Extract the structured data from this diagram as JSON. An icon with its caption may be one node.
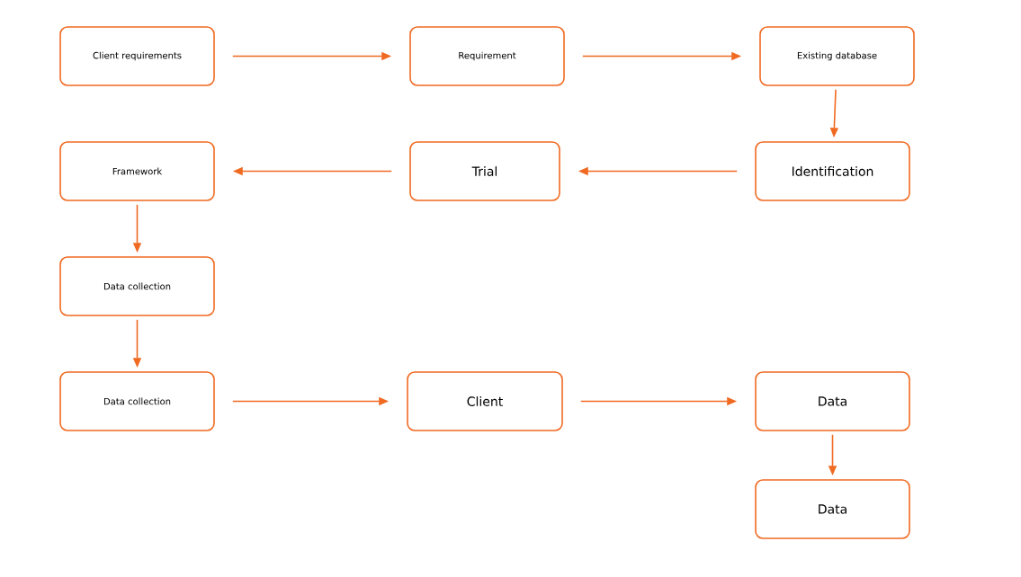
{
  "diagram": {
    "nodes": [
      {
        "text": [
          "Client requirements"
        ]
      },
      {
        "text": [
          "Requirement"
        ]
      },
      {
        "text": [
          "Existing database"
        ]
      },
      {
        "text": [
          "Identification"
        ]
      },
      {
        "text": [
          "Trial"
        ]
      },
      {
        "text": [
          "Framework"
        ]
      },
      {
        "text": [
          "Data collection"
        ]
      },
      {
        "text": [
          "Data collection"
        ]
      },
      {
        "text": [
          "Client"
        ]
      },
      {
        "text": [
          "Data"
        ]
      },
      {
        "text": [
          "Data"
        ]
      }
    ],
    "edges": [
      {
        "from": 0,
        "to": 1,
        "arrow": "to"
      },
      {
        "from": 1,
        "to": 2,
        "arrow": "to"
      },
      {
        "from": 2,
        "to": 3,
        "arrow": "to"
      },
      {
        "from": 3,
        "to": 4,
        "arrow": "to"
      },
      {
        "from": 4,
        "to": 5,
        "arrow": "to"
      },
      {
        "from": 5,
        "to": 6,
        "arrow": "to"
      },
      {
        "from": 6,
        "to": 7,
        "arrow": "to"
      },
      {
        "from": 7,
        "to": 8,
        "arrow": "to"
      },
      {
        "from": 8,
        "to": 9,
        "arrow": "to"
      },
      {
        "from": 9,
        "to": 10,
        "arrow": "to"
      }
    ]
  }
}
